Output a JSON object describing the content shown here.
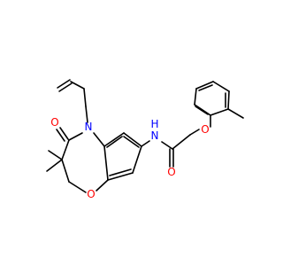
{
  "molecule": {
    "atoms": [
      {
        "id": "O_carbonyl_ring",
        "symbol": "O",
        "color": "#ff0000"
      },
      {
        "id": "N_ring",
        "symbol": "N",
        "color": "#0000ff"
      },
      {
        "id": "O_ether_ring",
        "symbol": "O",
        "color": "#ff0000"
      },
      {
        "id": "N_amide",
        "symbol": "N",
        "color": "#0000ff"
      },
      {
        "id": "H_amide",
        "symbol": "H",
        "color": "#0000ff"
      },
      {
        "id": "O_amide",
        "symbol": "O",
        "color": "#ff0000"
      },
      {
        "id": "O_phenoxy",
        "symbol": "O",
        "color": "#ff0000"
      }
    ],
    "bond_color": "#000000"
  }
}
